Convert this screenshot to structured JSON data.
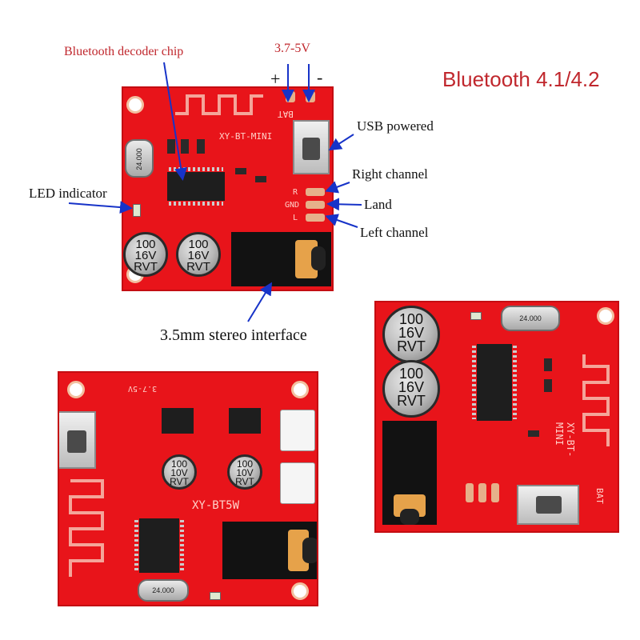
{
  "title": "Bluetooth 4.1/4.2",
  "callouts": {
    "decoder_chip": "Bluetooth decoder chip",
    "voltage": "3.7-5V",
    "plus": "+",
    "minus": "-",
    "usb": "USB powered",
    "right_channel": "Right channel",
    "land": "Land",
    "left_channel": "Left channel",
    "led": "LED indicator",
    "jack": "3.5mm stereo interface"
  },
  "board1": {
    "model": "XY-BT-MINI",
    "bat": "BAT",
    "crystal": "24.000",
    "cap1": [
      "100",
      "16V",
      "RVT"
    ],
    "cap2": [
      "100",
      "16V",
      "RVT"
    ],
    "pins": [
      "R",
      "GND",
      "L"
    ]
  },
  "board2": {
    "model": "XY-BT-MINI",
    "bat": "BAT",
    "crystal": "24.000",
    "cap1": [
      "100",
      "16V",
      "RVT"
    ],
    "cap2": [
      "100",
      "16V",
      "RVT"
    ]
  },
  "board3": {
    "model": "XY-BT5W",
    "voltage": "3.7-5V",
    "crystal": "24.000",
    "cap1": [
      "100",
      "10V",
      "RVT"
    ],
    "cap2": [
      "100",
      "10V",
      "RVT"
    ]
  },
  "colors": {
    "pcb": "#e8141a",
    "arrow": "#1733c8"
  }
}
